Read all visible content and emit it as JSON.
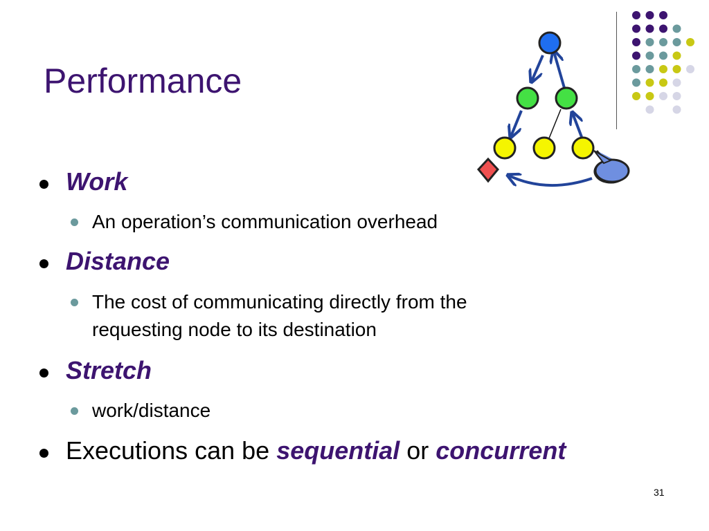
{
  "slide": {
    "title": "Performance",
    "page_number": "31"
  },
  "bullets": [
    {
      "term": "Work",
      "sub": "An operation’s communication overhead"
    },
    {
      "term": "Distance",
      "sub_line1": "The cost of communicating directly from the",
      "sub_line2": "requesting node to its destination"
    },
    {
      "term": "Stretch",
      "sub": "work/distance"
    },
    {
      "text_before": "Executions can be ",
      "emph1": "sequential",
      "text_middle": " or ",
      "emph2": "concurrent"
    }
  ],
  "colors": {
    "title": "#3d1470",
    "purple_dot": "#3d1470",
    "teal_dot": "#6b9a9d",
    "olive_dot": "#c8c814",
    "lavender_dot": "#d6d6e6",
    "root_node": "#1f6ef0",
    "mid_node": "#44e044",
    "leaf_node": "#f5f500",
    "requester_node": "#6f8fe0",
    "target_diamond": "#ef5050",
    "arrow": "#22449a"
  },
  "icons": {
    "tree_diagram": "tree-network-diagram-icon",
    "dot_grid": "decorative-dot-grid-icon"
  }
}
